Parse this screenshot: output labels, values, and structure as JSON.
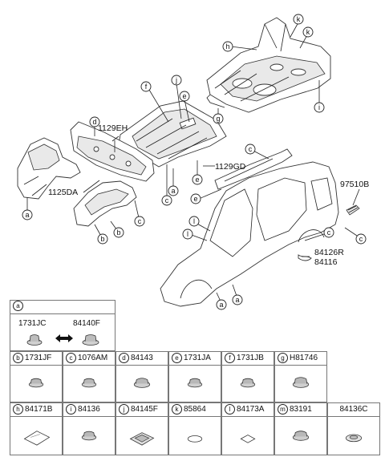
{
  "callouts": {
    "a": "a",
    "b": "b",
    "c": "c",
    "d": "d",
    "e": "e",
    "f": "f",
    "g": "g",
    "h": "h",
    "i": "i",
    "j": "j",
    "k": "k",
    "l": "l"
  },
  "part_numbers": {
    "p1129EH": "1129EH",
    "p1129GD": "1129GD",
    "p1125DA": "1125DA",
    "p97510B": "97510B",
    "p84126R": "84126R",
    "p84116": "84116"
  },
  "legend": {
    "top": {
      "letter": "a",
      "left_code": "1731JC",
      "right_code": "84140F",
      "arrow_icon": "double-arrow-icon"
    },
    "row1": [
      {
        "letter": "b",
        "code": "1731JF"
      },
      {
        "letter": "c",
        "code": "1076AM"
      },
      {
        "letter": "d",
        "code": "84143"
      },
      {
        "letter": "e",
        "code": "1731JA"
      },
      {
        "letter": "f",
        "code": "1731JB"
      },
      {
        "letter": "g",
        "code": "H81746"
      }
    ],
    "row2": [
      {
        "letter": "h",
        "code": "84171B"
      },
      {
        "letter": "i",
        "code": "84136"
      },
      {
        "letter": "j",
        "code": "84145F"
      },
      {
        "letter": "k",
        "code": "85864"
      },
      {
        "letter": "l",
        "code": "84173A"
      },
      {
        "letter": "m",
        "code": "83191"
      },
      {
        "letter": "",
        "code": "84136C"
      }
    ]
  }
}
